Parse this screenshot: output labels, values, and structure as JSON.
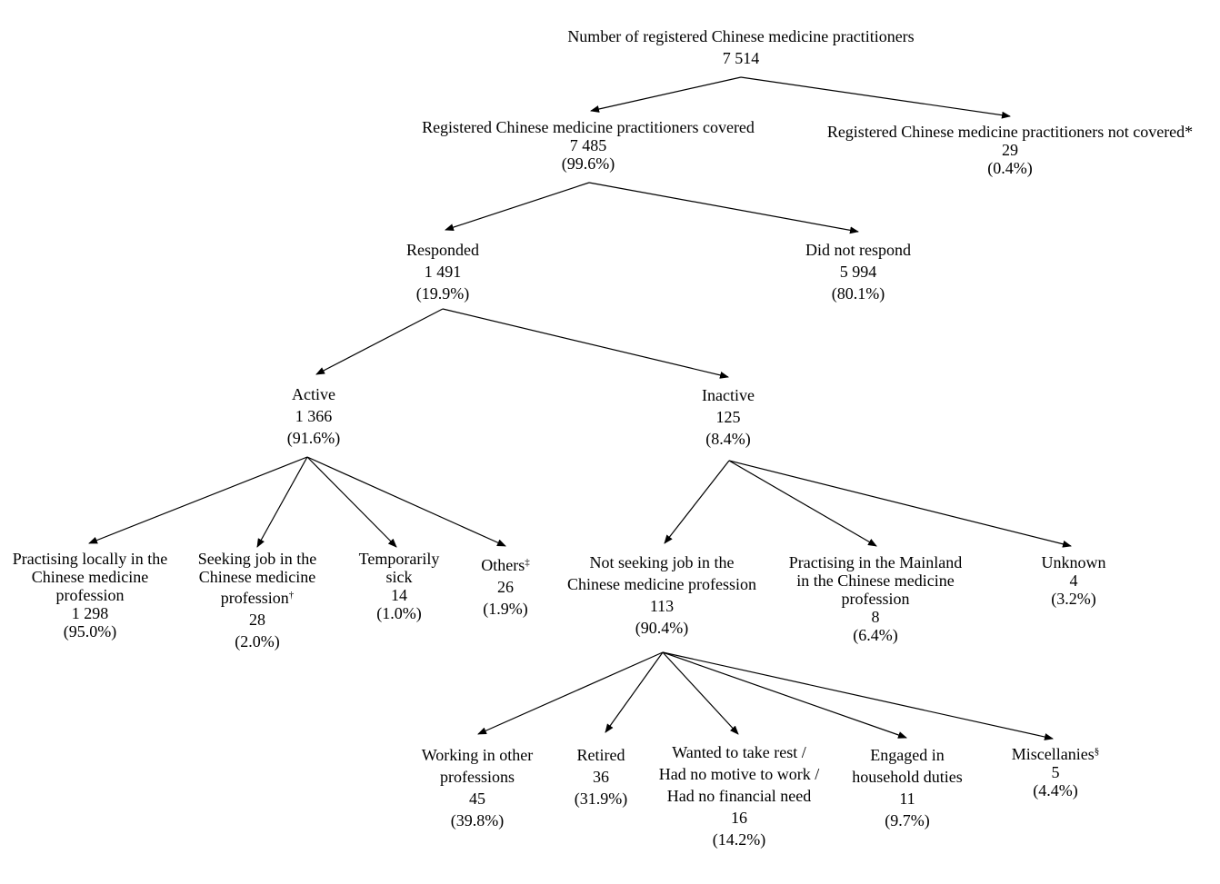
{
  "nodes": {
    "total": {
      "label": "Number of registered Chinese medicine practitioners",
      "value": "7 514"
    },
    "covered": {
      "label": "Registered Chinese medicine practitioners covered",
      "value": "7 485",
      "pct": "(99.6%)"
    },
    "notcovered": {
      "label": "Registered Chinese medicine practitioners not covered*",
      "value": "29",
      "pct": "(0.4%)"
    },
    "responded": {
      "label": "Responded",
      "value": "1 491",
      "pct": "(19.9%)"
    },
    "norespond": {
      "label": "Did not respond",
      "value": "5 994",
      "pct": "(80.1%)"
    },
    "active": {
      "label": "Active",
      "value": "1 366",
      "pct": "(91.6%)"
    },
    "inactive": {
      "label": "Inactive",
      "value": "125",
      "pct": "(8.4%)"
    },
    "practising": {
      "line1": "Practising locally in the",
      "line2": "Chinese medicine",
      "line3": "profession",
      "value": "1 298",
      "pct": "(95.0%)"
    },
    "seeking": {
      "line1": "Seeking job in the",
      "line2": "Chinese medicine",
      "line3": "profession",
      "mark": "†",
      "value": "28",
      "pct": "(2.0%)"
    },
    "sick": {
      "line1": "Temporarily",
      "line2": "sick",
      "value": "14",
      "pct": "(1.0%)"
    },
    "others": {
      "label": "Others",
      "mark": "‡",
      "value": "26",
      "pct": "(1.9%)"
    },
    "notseeking": {
      "line1": "Not seeking job in the",
      "line2": "Chinese medicine profession",
      "value": "113",
      "pct": "(90.4%)"
    },
    "mainland": {
      "line1": "Practising in the Mainland",
      "line2": "in the Chinese medicine",
      "line3": "profession",
      "value": "8",
      "pct": "(6.4%)"
    },
    "unknown": {
      "label": "Unknown",
      "value": "4",
      "pct": "(3.2%)"
    },
    "working": {
      "line1": "Working in other",
      "line2": "professions",
      "value": "45",
      "pct": "(39.8%)"
    },
    "retired": {
      "label": "Retired",
      "value": "36",
      "pct": "(31.9%)"
    },
    "rest": {
      "line1": "Wanted to take rest /",
      "line2": "Had no motive to work /",
      "line3": "Had no financial need",
      "value": "16",
      "pct": "(14.2%)"
    },
    "household": {
      "line1": "Engaged in",
      "line2": "household duties",
      "value": "11",
      "pct": "(9.7%)"
    },
    "misc": {
      "label": "Miscellanies",
      "mark": "§",
      "value": "5",
      "pct": "(4.4%)"
    }
  }
}
